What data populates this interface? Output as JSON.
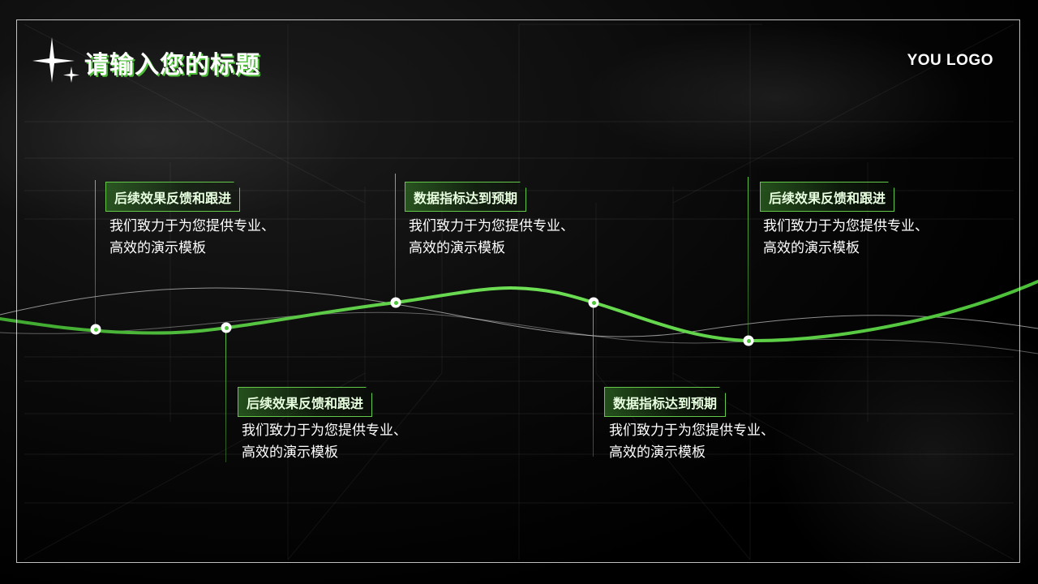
{
  "header": {
    "title": "请输入您的标题",
    "logo": "YOU LOGO"
  },
  "timeline": {
    "accent_color": "#5fd34a",
    "items": [
      {
        "title": "后续效果反馈和跟进",
        "desc_line1": "我们致力于为您提供专业、",
        "desc_line2": "高效的演示模板"
      },
      {
        "title": "后续效果反馈和跟进",
        "desc_line1": "我们致力于为您提供专业、",
        "desc_line2": "高效的演示模板"
      },
      {
        "title": "数据指标达到预期",
        "desc_line1": "我们致力于为您提供专业、",
        "desc_line2": "高效的演示模板"
      },
      {
        "title": "数据指标达到预期",
        "desc_line1": "我们致力于为您提供专业、",
        "desc_line2": "高效的演示模板"
      },
      {
        "title": "后续效果反馈和跟进",
        "desc_line1": "我们致力于为您提供专业、",
        "desc_line2": "高效的演示模板"
      }
    ]
  },
  "icons": {
    "sparkle": "sparkle-icon",
    "node": "timeline-node-icon"
  }
}
